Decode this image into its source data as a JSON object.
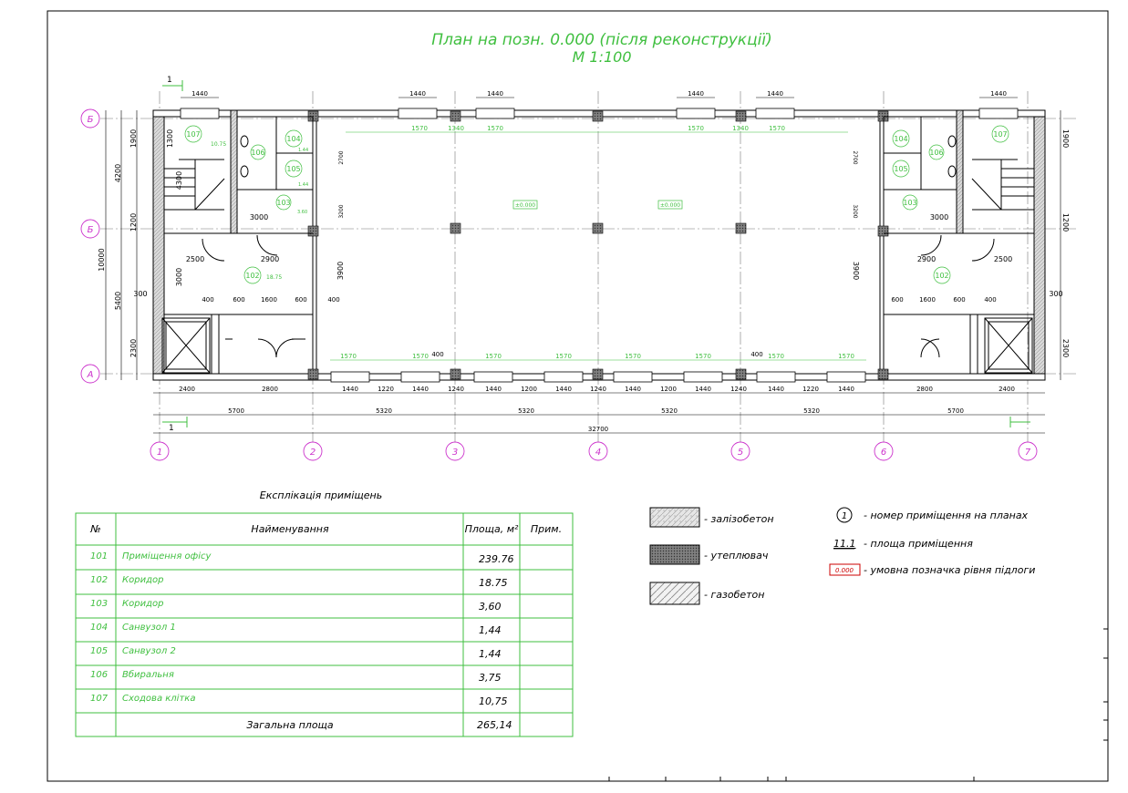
{
  "title": {
    "line1": "План на позн. 0.000 (після реконструкції)",
    "line2": "М 1:100"
  },
  "axes": {
    "letters": {
      "top": "Б",
      "middle": "Б",
      "bottom": "А"
    },
    "numbers": [
      "1",
      "2",
      "3",
      "4",
      "5",
      "6",
      "7"
    ]
  },
  "dimensions": {
    "bottom_row1": [
      "2400",
      "2800",
      "1440",
      "1220",
      "1440",
      "1240",
      "1440",
      "1200",
      "1440",
      "1240",
      "1440",
      "1200",
      "1440",
      "1240",
      "1440",
      "1220",
      "1440",
      "2800",
      "2400"
    ],
    "bottom_row2": [
      "5700",
      "5320",
      "5320",
      "5320",
      "5320",
      "5700"
    ],
    "total": "32700",
    "top_windows": [
      "1440",
      "1440",
      "1440",
      "1440",
      "1440",
      "1440"
    ],
    "top_inner": [
      "1570",
      "1340",
      "1570",
      "1570",
      "1340",
      "1570"
    ],
    "left_vertical": [
      "1900",
      "1300",
      "4200",
      "4300",
      "1200",
      "3000",
      "10000",
      "5400",
      "300",
      "2300"
    ],
    "left_inner": [
      "2500",
      "2900",
      "3000",
      "400",
      "600",
      "1600",
      "600",
      "400",
      "3900",
      "3200",
      "2700"
    ],
    "right_inner": [
      "3000",
      "2900",
      "2500",
      "600",
      "1600",
      "600",
      "400",
      "3900",
      "3200",
      "2700"
    ],
    "right_vertical": [
      "1900",
      "1200",
      "300",
      "2300"
    ],
    "bottom_inner": [
      "1570",
      "1570",
      "400",
      "1570",
      "1570",
      "1570",
      "1570",
      "400",
      "1570",
      "1570"
    ],
    "extra": [
      "1570",
      "1340",
      "1570",
      "1570",
      "1340",
      "1570",
      "1570",
      "400"
    ]
  },
  "plan_labels": {
    "room_numbers_left": [
      "107",
      "104",
      "106",
      "105",
      "103",
      "102"
    ],
    "room_numbers_right": [
      "104",
      "107",
      "106",
      "105",
      "103",
      "102"
    ],
    "room_areas": [
      "10.75",
      "1.44",
      "1.44",
      "3.60",
      "18.75"
    ],
    "level_marks": [
      "±0.000",
      "±0.000"
    ],
    "section_mark": "1"
  },
  "table": {
    "caption": "Експлікація приміщень",
    "headers": [
      "№",
      "Найменування",
      "Площа, м²",
      "Прим."
    ],
    "rows": [
      {
        "no": "101",
        "name": "Приміщення офісу",
        "area": "239.76",
        "note": ""
      },
      {
        "no": "102",
        "name": "Коридор",
        "area": "18.75",
        "note": ""
      },
      {
        "no": "103",
        "name": "Коридор",
        "area": "3,60",
        "note": ""
      },
      {
        "no": "104",
        "name": "Санвузол 1",
        "area": "1,44",
        "note": ""
      },
      {
        "no": "105",
        "name": "Санвузол 2",
        "area": "1,44",
        "note": ""
      },
      {
        "no": "106",
        "name": "Вбиральня",
        "area": "3,75",
        "note": ""
      },
      {
        "no": "107",
        "name": "Сходова клітка",
        "area": "10,75",
        "note": ""
      }
    ],
    "total_label": "Загальна площа",
    "total_area": "265,14"
  },
  "legend": {
    "materials": [
      {
        "label": "- залізобетон"
      },
      {
        "label": "- утеплювач"
      },
      {
        "label": "- газобетон"
      }
    ],
    "symbols": [
      {
        "mark": "1",
        "label": "- номер приміщення на планах"
      },
      {
        "mark": "11.1",
        "label": "- площа приміщення"
      },
      {
        "mark": "0.000",
        "label": "- умовна позначка рівня підлоги"
      }
    ]
  },
  "colors": {
    "line": "#000000",
    "green": "#3fbf3f",
    "magenta": "#cc33cc",
    "red": "#cc0000"
  }
}
